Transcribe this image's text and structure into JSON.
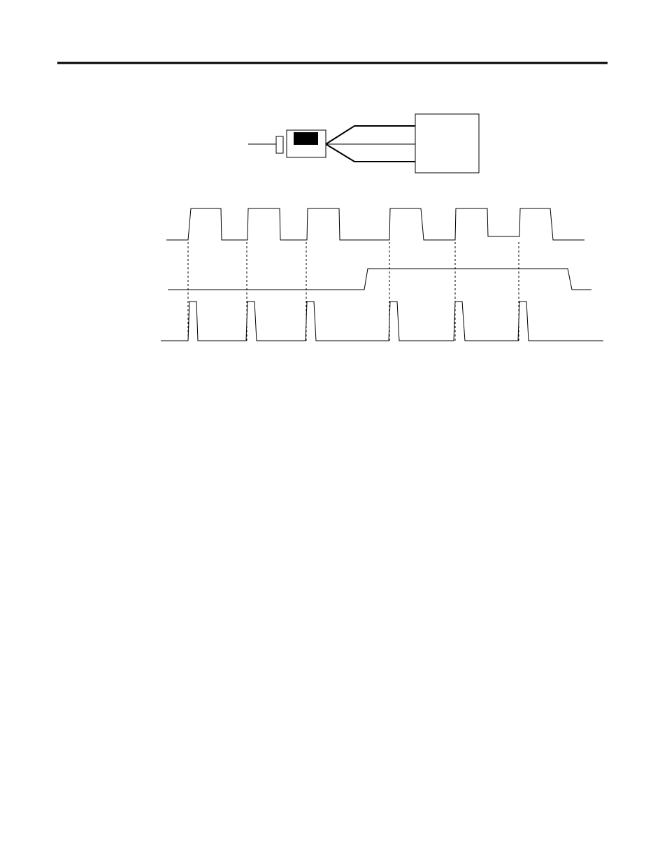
{
  "page": {
    "header_rule_color": "#000000",
    "background_color": "#ffffff"
  },
  "sensor_assembly": {
    "components": [
      "target",
      "sensor-head",
      "cable",
      "controller-box"
    ]
  },
  "timing_diagram": {
    "signals": [
      {
        "id": "sensor-output",
        "pulses": 6
      },
      {
        "id": "gate",
        "pulses": 1
      },
      {
        "id": "strobe",
        "pulses": 6
      }
    ],
    "sync_marks": 6
  }
}
